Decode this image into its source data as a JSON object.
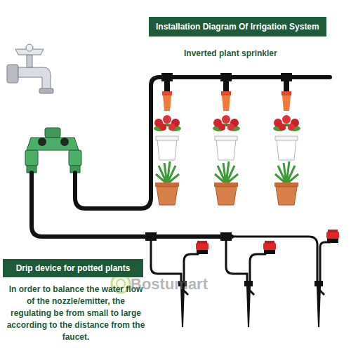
{
  "diagram": {
    "title": "Installation Diagram Of Irrigation System",
    "nodes": [
      {
        "text": [
          "Drip device for potted plants"
        ]
      }
    ],
    "labels": [
      "Inverted plant sprinkler",
      "In order to balance the water flow of the nozzle/emitter, the regulating be from small to large according to the distance from the faucet.",
      "Bostumart"
    ]
  }
}
